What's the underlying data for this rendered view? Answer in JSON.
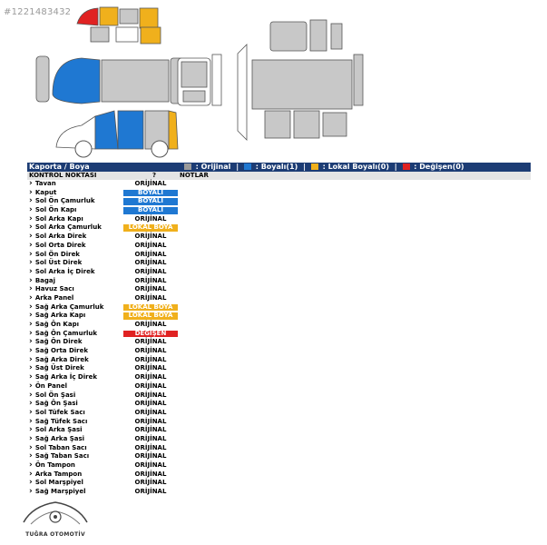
{
  "watermark": "#1221483432",
  "colors": {
    "header": "#1c3c74",
    "orijinal": "#9a9a9a",
    "boyali": "#1f78d2",
    "lokal": "#f0b01c",
    "degisen": "#e02222"
  },
  "legend": {
    "title": "Kaporta / Boya",
    "orijinal": ": Orijinal",
    "boyali": ": Boyalı(1)",
    "lokal": ": Lokal Boyalı(0)",
    "degisen": ": Değişen(0)"
  },
  "table": {
    "col_point": "KONTROL NOKTASI",
    "col_status": "?",
    "col_notes": "NOTLAR",
    "rows": [
      {
        "label": "Tavan",
        "status": "ORİJİNAL",
        "type": "orig"
      },
      {
        "label": "Kaput",
        "status": "BOYALI",
        "type": "boy"
      },
      {
        "label": "Sol Ön Çamurluk",
        "status": "BOYALI",
        "type": "boy"
      },
      {
        "label": "Sol Ön Kapı",
        "status": "BOYALI",
        "type": "boy"
      },
      {
        "label": "Sol Arka Kapı",
        "status": "ORİJİNAL",
        "type": "orig"
      },
      {
        "label": "Sol Arka Çamurluk",
        "status": "LOKAL BOYA",
        "type": "lok"
      },
      {
        "label": "Sol Arka Direk",
        "status": "ORİJİNAL",
        "type": "orig"
      },
      {
        "label": "Sol Orta Direk",
        "status": "ORİJİNAL",
        "type": "orig"
      },
      {
        "label": "Sol Ön Direk",
        "status": "ORİJİNAL",
        "type": "orig"
      },
      {
        "label": "Sol Üst Direk",
        "status": "ORİJİNAL",
        "type": "orig"
      },
      {
        "label": "Sol Arka İç Direk",
        "status": "ORİJİNAL",
        "type": "orig"
      },
      {
        "label": "Bagaj",
        "status": "ORİJİNAL",
        "type": "orig"
      },
      {
        "label": "Havuz Sacı",
        "status": "ORİJİNAL",
        "type": "orig"
      },
      {
        "label": "Arka Panel",
        "status": "ORİJİNAL",
        "type": "orig"
      },
      {
        "label": "Sağ Arka Çamurluk",
        "status": "LOKAL BOYA",
        "type": "lok"
      },
      {
        "label": "Sağ Arka Kapı",
        "status": "LOKAL BOYA",
        "type": "lok"
      },
      {
        "label": "Sağ Ön Kapı",
        "status": "ORİJİNAL",
        "type": "orig"
      },
      {
        "label": "Sağ Ön Çamurluk",
        "status": "DEĞİŞEN",
        "type": "deg"
      },
      {
        "label": "Sağ Ön Direk",
        "status": "ORİJİNAL",
        "type": "orig"
      },
      {
        "label": "Sağ Orta Direk",
        "status": "ORİJİNAL",
        "type": "orig"
      },
      {
        "label": "Sağ Arka Direk",
        "status": "ORİJİNAL",
        "type": "orig"
      },
      {
        "label": "Sağ Üst Direk",
        "status": "ORİJİNAL",
        "type": "orig"
      },
      {
        "label": "Sağ Arka İç Direk",
        "status": "ORİJİNAL",
        "type": "orig"
      },
      {
        "label": "Ön Panel",
        "status": "ORİJİNAL",
        "type": "orig"
      },
      {
        "label": "Sol Ön Şasi",
        "status": "ORİJİNAL",
        "type": "orig"
      },
      {
        "label": "Sağ Ön Şasi",
        "status": "ORİJİNAL",
        "type": "orig"
      },
      {
        "label": "Sol Tüfek Sacı",
        "status": "ORİJİNAL",
        "type": "orig"
      },
      {
        "label": "Sağ Tüfek Sacı",
        "status": "ORİJİNAL",
        "type": "orig"
      },
      {
        "label": "Sol Arka Şasi",
        "status": "ORİJİNAL",
        "type": "orig"
      },
      {
        "label": "Sağ Arka Şasi",
        "status": "ORİJİNAL",
        "type": "orig"
      },
      {
        "label": "Sol Taban Sacı",
        "status": "ORİJİNAL",
        "type": "orig"
      },
      {
        "label": "Sağ Taban Sacı",
        "status": "ORİJİNAL",
        "type": "orig"
      },
      {
        "label": "Ön Tampon",
        "status": "ORİJİNAL",
        "type": "orig"
      },
      {
        "label": "Arka Tampon",
        "status": "ORİJİNAL",
        "type": "orig"
      },
      {
        "label": "Sol Marşpiyel",
        "status": "ORİJİNAL",
        "type": "orig"
      },
      {
        "label": "Sağ Marşpiyel",
        "status": "ORİJİNAL",
        "type": "orig"
      }
    ]
  },
  "logo": {
    "text": "TUĞRA OTOMOTİV"
  }
}
